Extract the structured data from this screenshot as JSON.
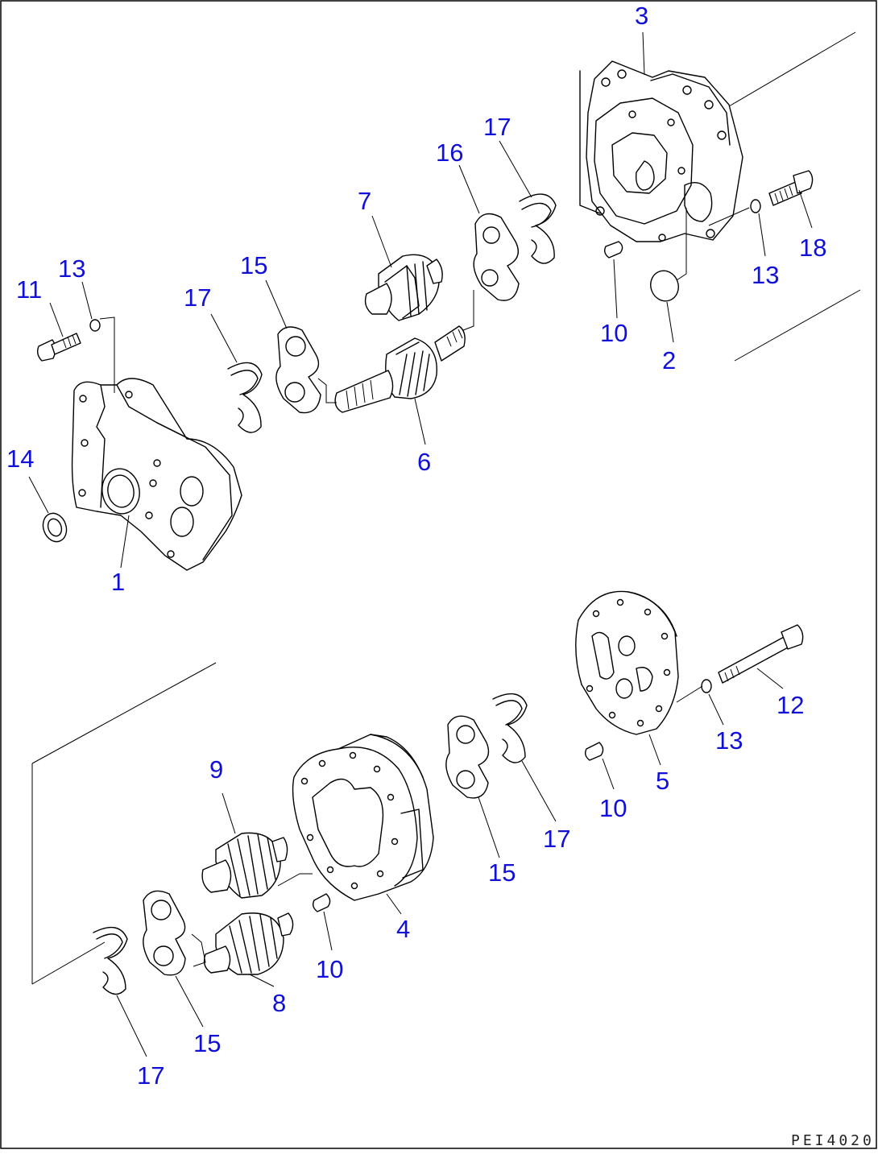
{
  "diagram": {
    "drawing_code": "PEI4020",
    "callouts": {
      "c1": "1",
      "c2": "2",
      "c3": "3",
      "c4": "4",
      "c5": "5",
      "c6": "6",
      "c7": "7",
      "c8": "8",
      "c9": "9",
      "c10a": "10",
      "c10b": "10",
      "c10c": "10",
      "c11": "11",
      "c12": "12",
      "c13a": "13",
      "c13b": "13",
      "c13c": "13",
      "c14": "14",
      "c15a": "15",
      "c15b": "15",
      "c15c": "15",
      "c16": "16",
      "c17a": "17",
      "c17b": "17",
      "c17c": "17",
      "c17d": "17",
      "c18": "18"
    },
    "colors": {
      "callout": "#1010d8",
      "line": "#000000",
      "background": "#ffffff"
    }
  }
}
